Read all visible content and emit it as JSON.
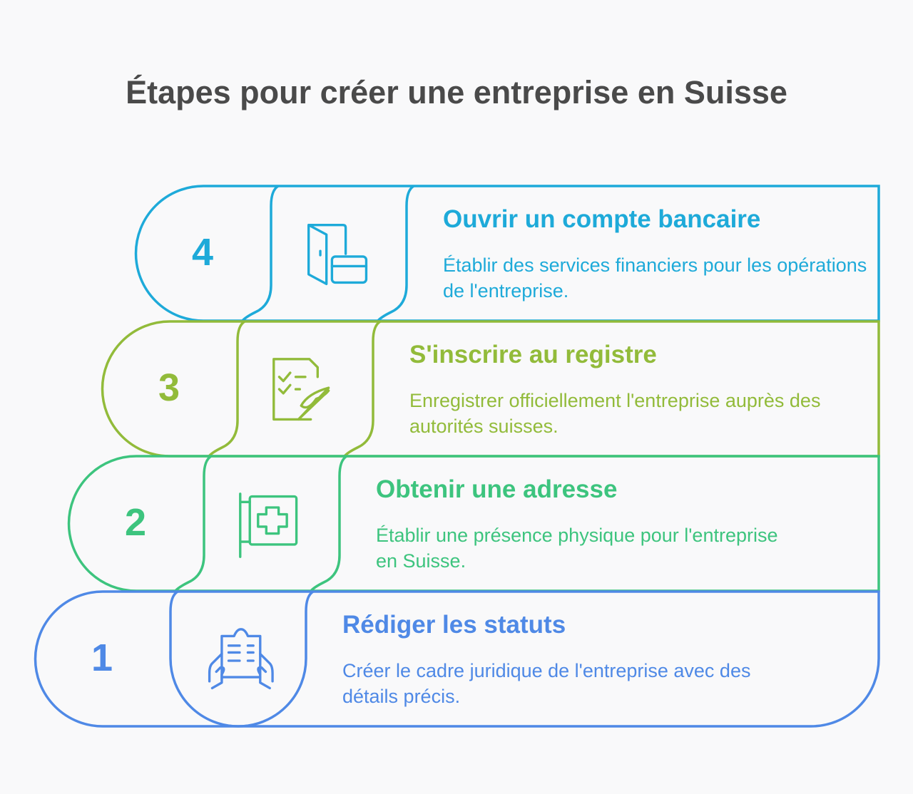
{
  "title": "Étapes pour créer une entreprise en Suisse",
  "steps": [
    {
      "number": "4",
      "title": "Ouvrir un compte bancaire",
      "description": "Établir des services financiers pour les opérations de l'entreprise.",
      "icon": "door-credit-card-icon",
      "color": "#1eaad9"
    },
    {
      "number": "3",
      "title": "S'inscrire au registre",
      "description": "Enregistrer officiellement l'entreprise auprès des autorités suisses.",
      "icon": "checklist-quill-icon",
      "color": "#92bb3a"
    },
    {
      "number": "2",
      "title": "Obtenir une adresse",
      "description": "Établir une présence physique pour l'entreprise en Suisse.",
      "icon": "sign-cross-icon",
      "color": "#3dc47e"
    },
    {
      "number": "1",
      "title": "Rédiger les statuts",
      "description": "Créer le cadre juridique de l'entreprise avec des détails précis.",
      "icon": "hands-clipboard-icon",
      "color": "#4f89e6"
    }
  ]
}
